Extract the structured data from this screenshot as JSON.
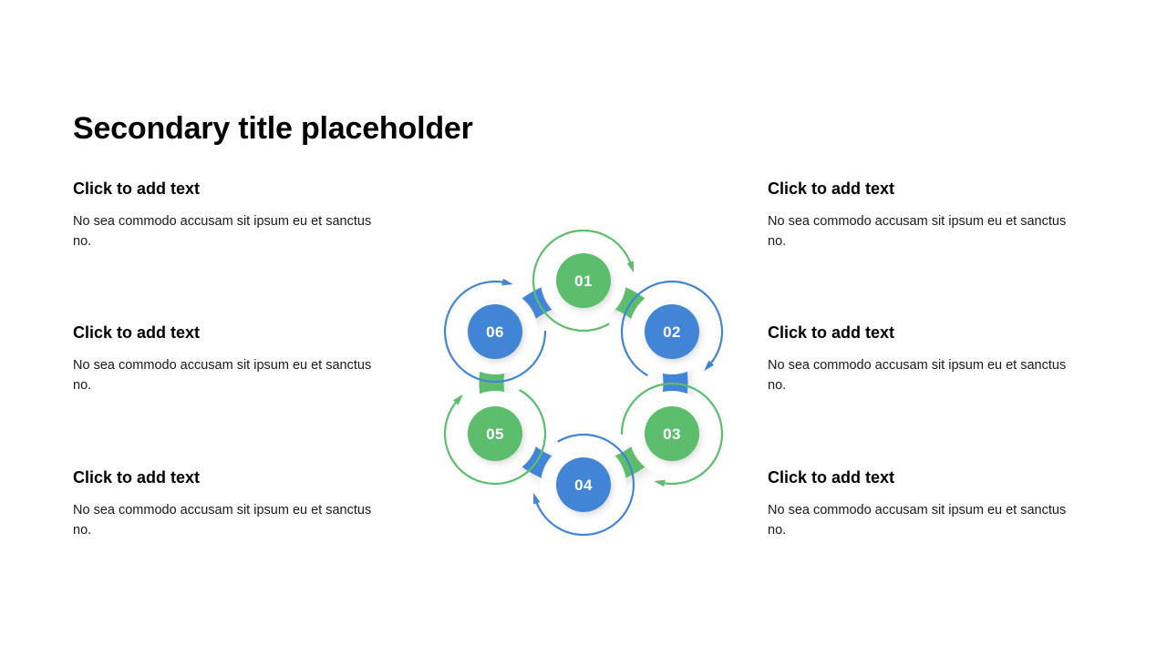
{
  "slide": {
    "title": "Secondary title placeholder",
    "background_color": "#ffffff"
  },
  "theme": {
    "green": "#5cbd6d",
    "blue": "#4285d6",
    "text_color": "#000000",
    "node_label_color": "#ffffff",
    "ring_gap_color": "#ffffff"
  },
  "text_blocks": [
    {
      "id": "block-01",
      "position": "top-left",
      "heading": "Click to add text",
      "body": "No sea commodo accusam sit ipsum eu et sanctus no."
    },
    {
      "id": "block-02",
      "position": "top-right",
      "heading": "Click to add text",
      "body": "No sea commodo accusam sit ipsum eu et sanctus no."
    },
    {
      "id": "block-03",
      "position": "middle-left",
      "heading": "Click to add text",
      "body": "No sea commodo accusam sit ipsum eu et sanctus no."
    },
    {
      "id": "block-04",
      "position": "middle-right",
      "heading": "Click to add text",
      "body": "No sea commodo accusam sit ipsum eu et sanctus no."
    },
    {
      "id": "block-05",
      "position": "bottom-left",
      "heading": "Click to add text",
      "body": "No sea commodo accusam sit ipsum eu et sanctus no."
    },
    {
      "id": "block-06",
      "position": "bottom-right",
      "heading": "Click to add text",
      "body": "No sea commodo accusam sit ipsum eu et sanctus no."
    }
  ],
  "diagram": {
    "type": "cycle",
    "shape": "hexagonal-ring",
    "node_count": 6,
    "nodes": [
      {
        "label": "01",
        "color": "#5cbd6d",
        "color_name": "green",
        "angle_deg": -90,
        "side": "top-left"
      },
      {
        "label": "02",
        "color": "#4285d6",
        "color_name": "blue",
        "angle_deg": -30,
        "side": "top-right"
      },
      {
        "label": "03",
        "color": "#5cbd6d",
        "color_name": "green",
        "angle_deg": 30,
        "side": "right"
      },
      {
        "label": "04",
        "color": "#4285d6",
        "color_name": "blue",
        "angle_deg": 90,
        "side": "bottom-right"
      },
      {
        "label": "05",
        "color": "#5cbd6d",
        "color_name": "green",
        "angle_deg": 150,
        "side": "bottom-left"
      },
      {
        "label": "06",
        "color": "#4285d6",
        "color_name": "blue",
        "angle_deg": -150,
        "side": "left"
      }
    ],
    "connector_arcs": [
      {
        "from": "01",
        "to": "02",
        "color": "#5cbd6d"
      },
      {
        "from": "02",
        "to": "03",
        "color": "#4285d6"
      },
      {
        "from": "03",
        "to": "04",
        "color": "#5cbd6d"
      },
      {
        "from": "04",
        "to": "05",
        "color": "#4285d6"
      },
      {
        "from": "05",
        "to": "06",
        "color": "#5cbd6d"
      },
      {
        "from": "06",
        "to": "01",
        "color": "#4285d6"
      }
    ]
  }
}
